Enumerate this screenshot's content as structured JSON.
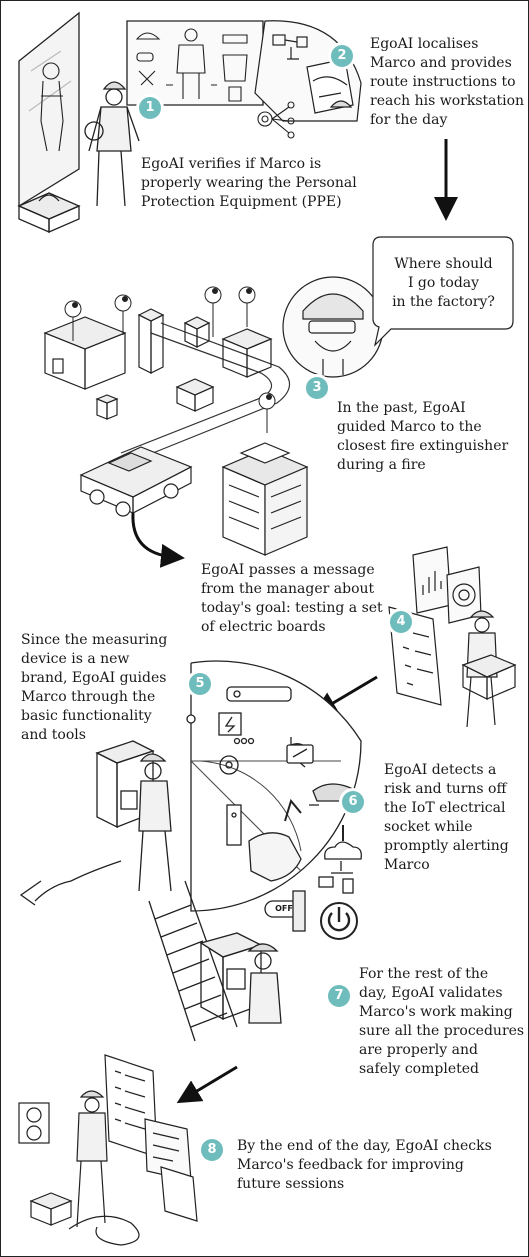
{
  "theme": {
    "accent": "#6fbcbc",
    "ink": "#222222",
    "paper": "#ffffff",
    "shade": "#e6e6e6"
  },
  "steps": [
    {
      "number": "1",
      "text": "EgoAI verifies if Marco is\nproperly wearing the Personal\nProtection Equipment (PPE)"
    },
    {
      "number": "2",
      "text": "EgoAI localises\nMarco and provides\nroute instructions to\nreach his workstation\nfor the day"
    },
    {
      "number": "3",
      "text": "In the past, EgoAI\nguided Marco to the\nclosest fire extinguisher\nduring a fire"
    },
    {
      "number": "4",
      "text": "EgoAI passes a message\nfrom the manager about\ntoday's goal: testing a set\nof electric boards"
    },
    {
      "number": "5",
      "text": "Since the measuring\ndevice is a new\nbrand, EgoAI guides\nMarco through the\nbasic functionality\nand tools"
    },
    {
      "number": "6",
      "text": "EgoAI detects a\nrisk and turns off\nthe IoT electrical\nsocket while\npromptly alerting\nMarco"
    },
    {
      "number": "7",
      "text": "For the rest of the\nday, EgoAI validates\nMarco's work making\nsure all the procedures\nare properly and\nsafely completed"
    },
    {
      "number": "8",
      "text": "By the end of the day, EgoAI checks\nMarco's feedback for improving\nfuture sessions"
    }
  ],
  "speech_bubble": {
    "text": "Where should\nI go today\nin the factory?"
  },
  "socket_label": "OFF",
  "icons": {
    "arrows": "down-arrow-icon",
    "ppe": "ppe-checklist-icon",
    "route": "route-map-icon",
    "fire": "fire-extinguisher-icon",
    "report": "report-chart-icon",
    "tools": "tools-wrench-icon",
    "power": "power-icon",
    "iot": "cloud-iot-icon",
    "checklist": "checklist-icon"
  }
}
